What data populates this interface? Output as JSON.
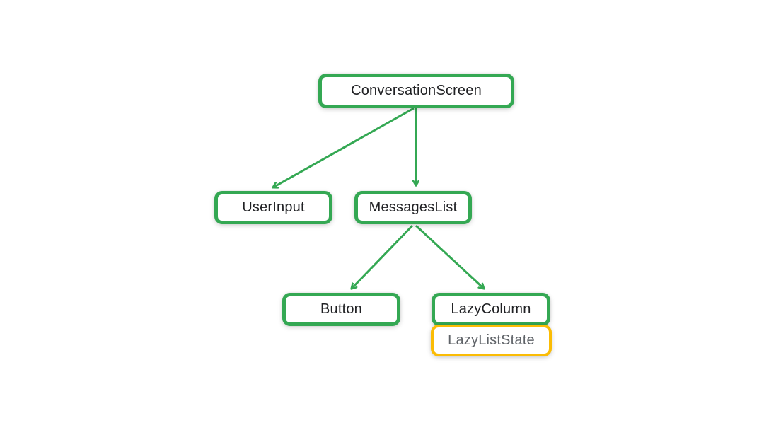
{
  "diagram": {
    "type": "component-tree",
    "colors": {
      "green": "#34A853",
      "yellow": "#FBBC04",
      "node_text": "#202124",
      "state_text": "#5F6368",
      "background": "#FFFFFF"
    },
    "nodes": {
      "conversation_screen": {
        "label": "ConversationScreen",
        "border_color": "#34A853"
      },
      "user_input": {
        "label": "UserInput",
        "border_color": "#34A853"
      },
      "messages_list": {
        "label": "MessagesList",
        "border_color": "#34A853"
      },
      "button": {
        "label": "Button",
        "border_color": "#34A853"
      },
      "lazy_column": {
        "label": "LazyColumn",
        "border_color": "#34A853"
      },
      "lazy_list_state": {
        "label": "LazyListState",
        "border_color": "#FBBC04"
      }
    },
    "edges": [
      {
        "from": "ConversationScreen",
        "to": "UserInput"
      },
      {
        "from": "ConversationScreen",
        "to": "MessagesList"
      },
      {
        "from": "MessagesList",
        "to": "Button"
      },
      {
        "from": "MessagesList",
        "to": "LazyColumn"
      }
    ]
  }
}
